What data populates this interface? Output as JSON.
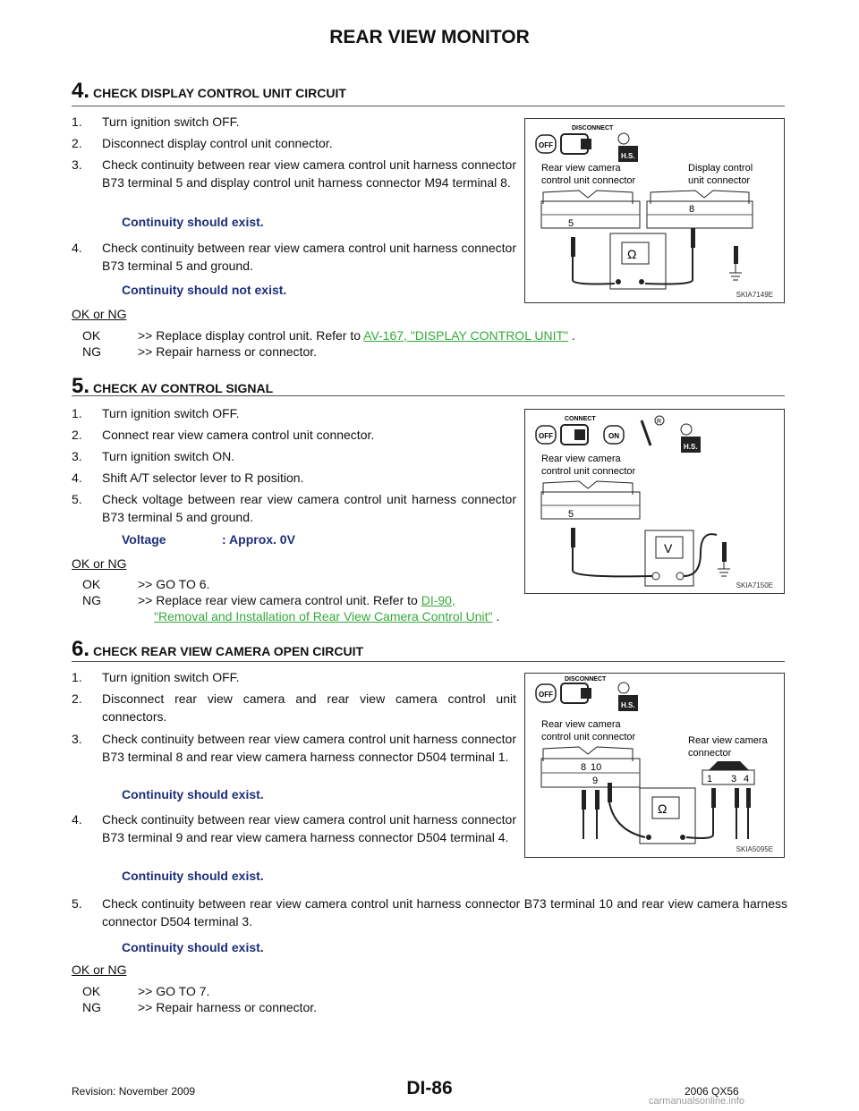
{
  "header": {
    "title": "REAR VIEW MONITOR"
  },
  "sections": [
    {
      "num": "4.",
      "heading": "CHECK DISPLAY CONTROL UNIT CIRCUIT",
      "steps": [
        "Turn ignition switch OFF.",
        "Disconnect display control unit connector.",
        "Check continuity between rear view camera control unit harness connector B73 terminal 5 and display control unit harness connector M94 terminal 8.",
        "Check continuity between rear view camera control unit harness connector B73 terminal 5 and ground."
      ],
      "conditions": [
        "Continuity should exist.",
        "Continuity should not exist."
      ],
      "okng": "OK or NG",
      "ok": {
        "key": "OK",
        "text": ">> Replace display control unit. Refer to ",
        "link": "AV-167, \"DISPLAY CONTROL UNIT\"",
        "tail": " ."
      },
      "ng": {
        "key": "NG",
        "text": ">> Repair harness or connector."
      },
      "figure": {
        "code": "SKIA7149E",
        "labels": [
          "DISCONNECT",
          "Rear view camera",
          "control unit connector",
          "Display control",
          "unit connector",
          "5",
          "8",
          "Ω",
          "OFF",
          "H.S."
        ]
      }
    },
    {
      "num": "5.",
      "heading": "CHECK AV CONTROL SIGNAL",
      "steps": [
        "Turn ignition switch OFF.",
        "Connect rear view camera control unit connector.",
        "Turn ignition switch ON.",
        "Shift A/T selector lever to R position.",
        "Check voltage between rear view camera control unit harness connector B73 terminal 5 and ground."
      ],
      "conditions": [
        "Voltage",
        ": Approx. 0V"
      ],
      "okng": "OK or NG",
      "ok": {
        "key": "OK",
        "text": ">> GO TO 6."
      },
      "ng": {
        "key": "NG",
        "text": ">> Replace rear view camera control unit. Refer to ",
        "link": "DI-90,",
        "link2": "\"Removal and Installation of Rear View Camera Control Unit\"",
        "tail": " ."
      },
      "figure": {
        "code": "SKIA7150E",
        "labels": [
          "CONNECT",
          "Rear view camera",
          "control unit connector",
          "5",
          "V",
          "OFF",
          "ON",
          "R",
          "H.S."
        ]
      }
    },
    {
      "num": "6.",
      "heading": "CHECK REAR VIEW CAMERA OPEN CIRCUIT",
      "steps": [
        "Turn ignition switch OFF.",
        "Disconnect rear view camera and rear view camera control unit connectors.",
        "Check continuity between rear view camera control unit harness connector B73 terminal 8 and rear view camera harness connector D504 terminal 1.",
        "Check continuity between rear view camera control unit harness connector B73 terminal 9 and rear view camera harness connector D504 terminal 4.",
        "Check continuity between rear view camera control unit harness connector B73 terminal 10 and rear view camera harness connector D504 terminal 3."
      ],
      "conditions": [
        "Continuity should exist.",
        "Continuity should exist.",
        "Continuity should exist."
      ],
      "okng": "OK or NG",
      "ok": {
        "key": "OK",
        "text": ">> GO TO 7."
      },
      "ng": {
        "key": "NG",
        "text": ">> Repair harness or connector."
      },
      "figure": {
        "code": "SKIA5095E",
        "labels": [
          "DISCONNECT",
          "Rear view camera",
          "control unit connector",
          "Rear view camera",
          "connector",
          "8",
          "10",
          "9",
          "1",
          "3",
          "4",
          "Ω",
          "OFF",
          "H.S."
        ]
      }
    }
  ],
  "footer": {
    "revision": "Revision: November 2009",
    "page": "DI-86",
    "model": "2006 QX56",
    "watermark": "carmanualsonline.info"
  }
}
